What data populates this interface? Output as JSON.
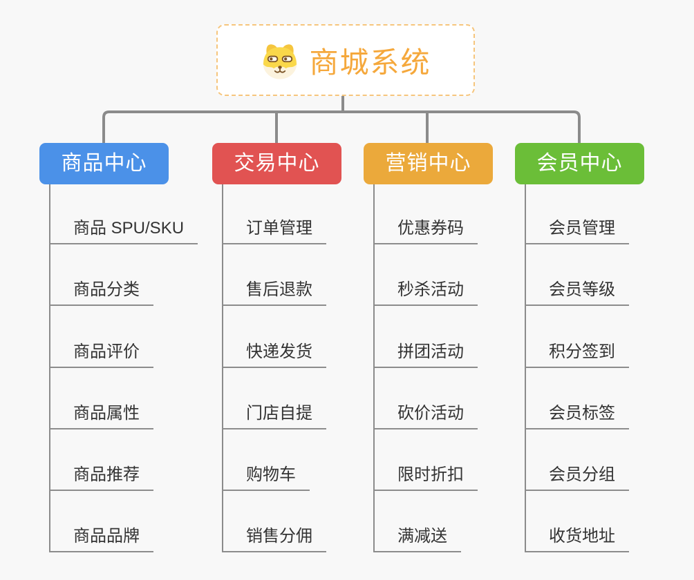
{
  "app": {
    "background_color": "#F8F8F8"
  },
  "root": {
    "label": "商城系统",
    "icon": "doge-icon",
    "text_color": "#F5A83C",
    "border_color": "#F6C57C"
  },
  "connectors": {
    "color": "#8B8B8B"
  },
  "branches": [
    {
      "label": "商品中心",
      "color": "#4B91E8",
      "items": [
        "商品 SPU/SKU",
        "商品分类",
        "商品评价",
        "商品属性",
        "商品推荐",
        "商品品牌"
      ]
    },
    {
      "label": "交易中心",
      "color": "#E15352",
      "items": [
        "订单管理",
        "售后退款",
        "快递发货",
        "门店自提",
        "购物车",
        "销售分佣"
      ]
    },
    {
      "label": "营销中心",
      "color": "#EBA93B",
      "items": [
        "优惠券码",
        "秒杀活动",
        "拼团活动",
        "砍价活动",
        "限时折扣",
        "满减送"
      ]
    },
    {
      "label": "会员中心",
      "color": "#6BBE38",
      "items": [
        "会员管理",
        "会员等级",
        "积分签到",
        "会员标签",
        "会员分组",
        "收货地址"
      ]
    }
  ]
}
